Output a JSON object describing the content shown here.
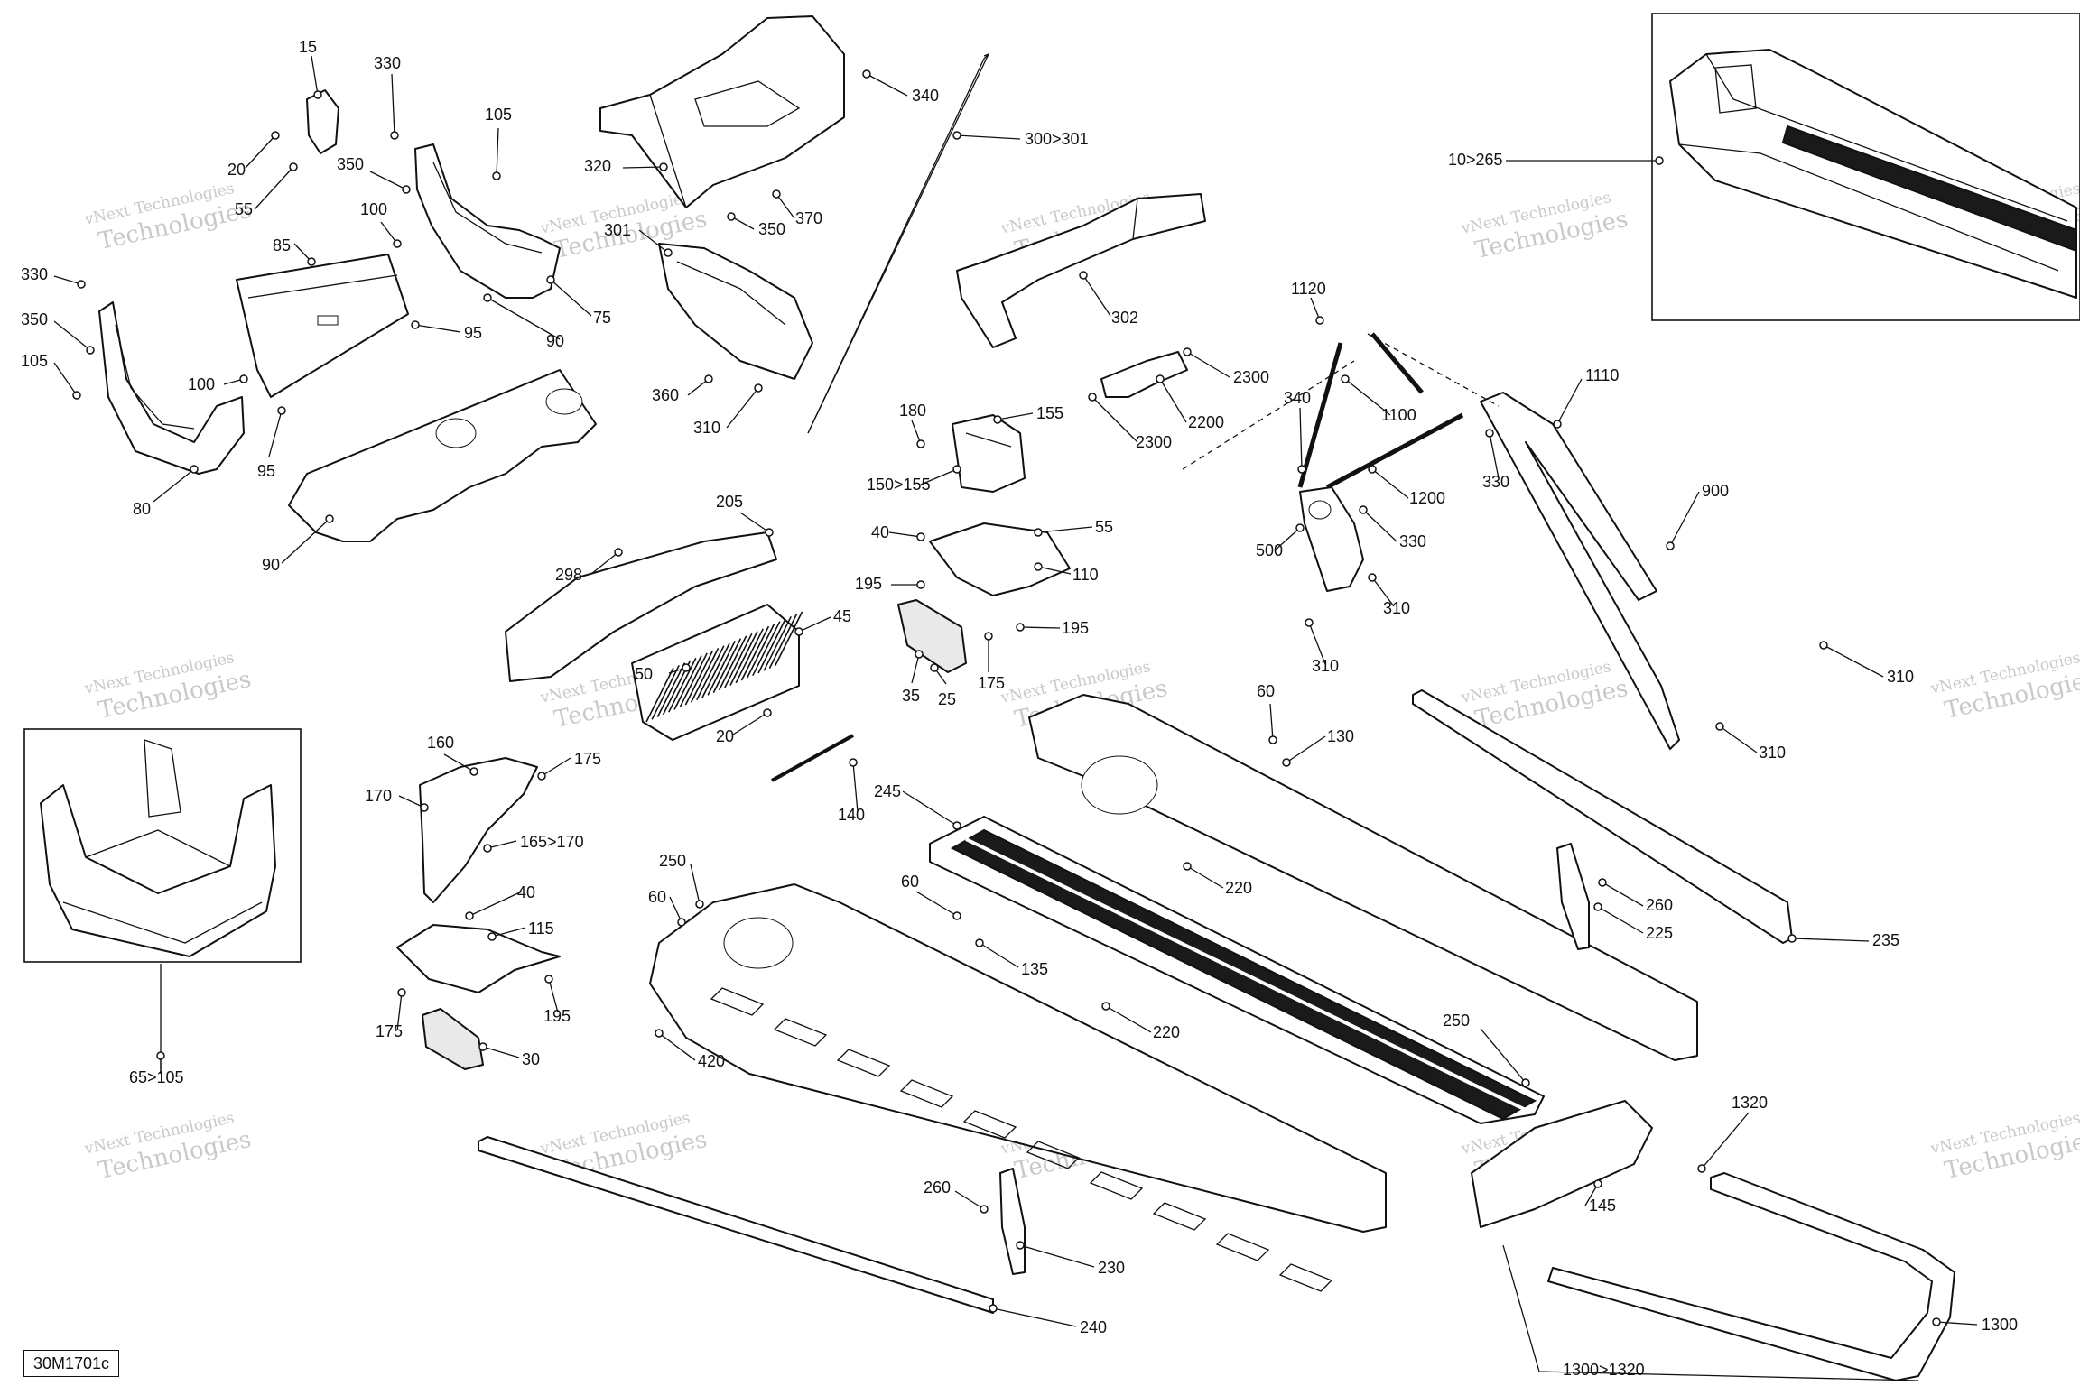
{
  "diagram_id": "30M1701c",
  "watermark": {
    "line1": "vNext Technologies",
    "line2": "Technologies"
  },
  "callouts": [
    {
      "id": "c15",
      "label": "15"
    },
    {
      "id": "c20a",
      "label": "20"
    },
    {
      "id": "c55a",
      "label": "55"
    },
    {
      "id": "c330a",
      "label": "330"
    },
    {
      "id": "c105a",
      "label": "105"
    },
    {
      "id": "c350a",
      "label": "350"
    },
    {
      "id": "c100a",
      "label": "100"
    },
    {
      "id": "c85",
      "label": "85"
    },
    {
      "id": "c75",
      "label": "75"
    },
    {
      "id": "c90a",
      "label": "90"
    },
    {
      "id": "c95a",
      "label": "95"
    },
    {
      "id": "c330b",
      "label": "330"
    },
    {
      "id": "c350b",
      "label": "350"
    },
    {
      "id": "c105b",
      "label": "105"
    },
    {
      "id": "c100b",
      "label": "100"
    },
    {
      "id": "c95b",
      "label": "95"
    },
    {
      "id": "c80",
      "label": "80"
    },
    {
      "id": "c90b",
      "label": "90"
    },
    {
      "id": "c340a",
      "label": "340"
    },
    {
      "id": "c300",
      "label": "300>301"
    },
    {
      "id": "c320",
      "label": "320"
    },
    {
      "id": "c301",
      "label": "301"
    },
    {
      "id": "c350c",
      "label": "350"
    },
    {
      "id": "c370",
      "label": "370"
    },
    {
      "id": "c360",
      "label": "360"
    },
    {
      "id": "c310a",
      "label": "310"
    },
    {
      "id": "c302",
      "label": "302"
    },
    {
      "id": "c2300a",
      "label": "2300"
    },
    {
      "id": "c2200",
      "label": "2200"
    },
    {
      "id": "c2300b",
      "label": "2300"
    },
    {
      "id": "c10",
      "label": "10>265"
    },
    {
      "id": "c1120",
      "label": "1120"
    },
    {
      "id": "c1110",
      "label": "1110"
    },
    {
      "id": "c340b",
      "label": "340"
    },
    {
      "id": "c1100",
      "label": "1100"
    },
    {
      "id": "c330c",
      "label": "330"
    },
    {
      "id": "c1200",
      "label": "1200"
    },
    {
      "id": "c900",
      "label": "900"
    },
    {
      "id": "c500",
      "label": "500"
    },
    {
      "id": "c330d",
      "label": "330"
    },
    {
      "id": "c310b",
      "label": "310"
    },
    {
      "id": "c310c",
      "label": "310"
    },
    {
      "id": "c310d",
      "label": "310"
    },
    {
      "id": "c310e",
      "label": "310"
    },
    {
      "id": "c180",
      "label": "180"
    },
    {
      "id": "c155a",
      "label": "155"
    },
    {
      "id": "c150",
      "label": "150>155"
    },
    {
      "id": "c40a",
      "label": "40"
    },
    {
      "id": "c55b",
      "label": "55"
    },
    {
      "id": "c195a",
      "label": "195"
    },
    {
      "id": "c110",
      "label": "110"
    },
    {
      "id": "c195b",
      "label": "195"
    },
    {
      "id": "c35",
      "label": "35"
    },
    {
      "id": "c25",
      "label": "25"
    },
    {
      "id": "c175a",
      "label": "175"
    },
    {
      "id": "c205",
      "label": "205"
    },
    {
      "id": "c298",
      "label": "298"
    },
    {
      "id": "c45",
      "label": "45"
    },
    {
      "id": "c50",
      "label": "50"
    },
    {
      "id": "c20b",
      "label": "20"
    },
    {
      "id": "c160",
      "label": "160"
    },
    {
      "id": "c175b",
      "label": "175"
    },
    {
      "id": "c170",
      "label": "170"
    },
    {
      "id": "c165",
      "label": "165>170"
    },
    {
      "id": "c40b",
      "label": "40"
    },
    {
      "id": "c115",
      "label": "115"
    },
    {
      "id": "c195c",
      "label": "195"
    },
    {
      "id": "c175c",
      "label": "175"
    },
    {
      "id": "c30",
      "label": "30"
    },
    {
      "id": "c65",
      "label": "65>105"
    },
    {
      "id": "c140",
      "label": "140"
    },
    {
      "id": "c245",
      "label": "245"
    },
    {
      "id": "c60a",
      "label": "60"
    },
    {
      "id": "c130",
      "label": "130"
    },
    {
      "id": "c220a",
      "label": "220"
    },
    {
      "id": "c60b",
      "label": "60"
    },
    {
      "id": "c135",
      "label": "135"
    },
    {
      "id": "c220b",
      "label": "220"
    },
    {
      "id": "c250a",
      "label": "250"
    },
    {
      "id": "c60c",
      "label": "60"
    },
    {
      "id": "c420",
      "label": "420"
    },
    {
      "id": "c250b",
      "label": "250"
    },
    {
      "id": "c260a",
      "label": "260"
    },
    {
      "id": "c225",
      "label": "225"
    },
    {
      "id": "c235",
      "label": "235"
    },
    {
      "id": "c1320a",
      "label": "1320"
    },
    {
      "id": "c145",
      "label": "145"
    },
    {
      "id": "c260b",
      "label": "260"
    },
    {
      "id": "c230",
      "label": "230"
    },
    {
      "id": "c240",
      "label": "240"
    },
    {
      "id": "c1300a",
      "label": "1300"
    },
    {
      "id": "c1300b",
      "label": "1300>1320"
    }
  ]
}
